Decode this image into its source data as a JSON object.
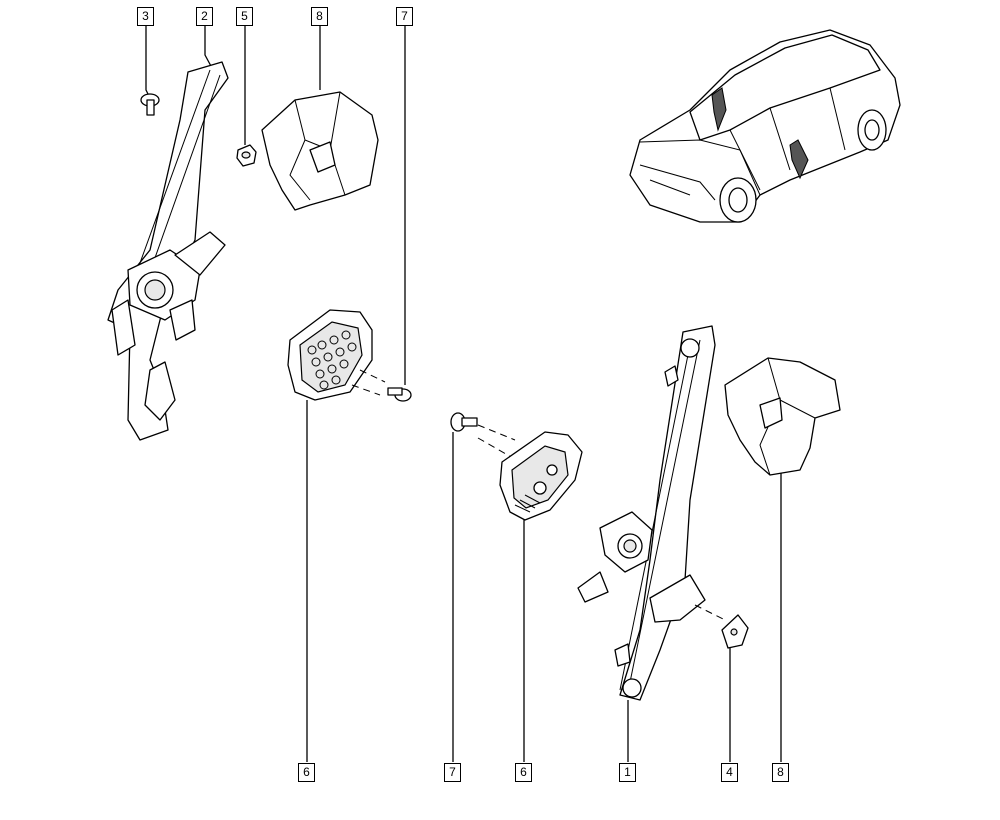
{
  "callouts": {
    "top_3": "3",
    "top_2": "2",
    "top_5": "5",
    "top_8": "8",
    "top_7": "7",
    "bottom_6_left": "6",
    "bottom_7": "7",
    "bottom_6_right": "6",
    "bottom_1": "1",
    "bottom_4": "4",
    "bottom_8": "8"
  }
}
